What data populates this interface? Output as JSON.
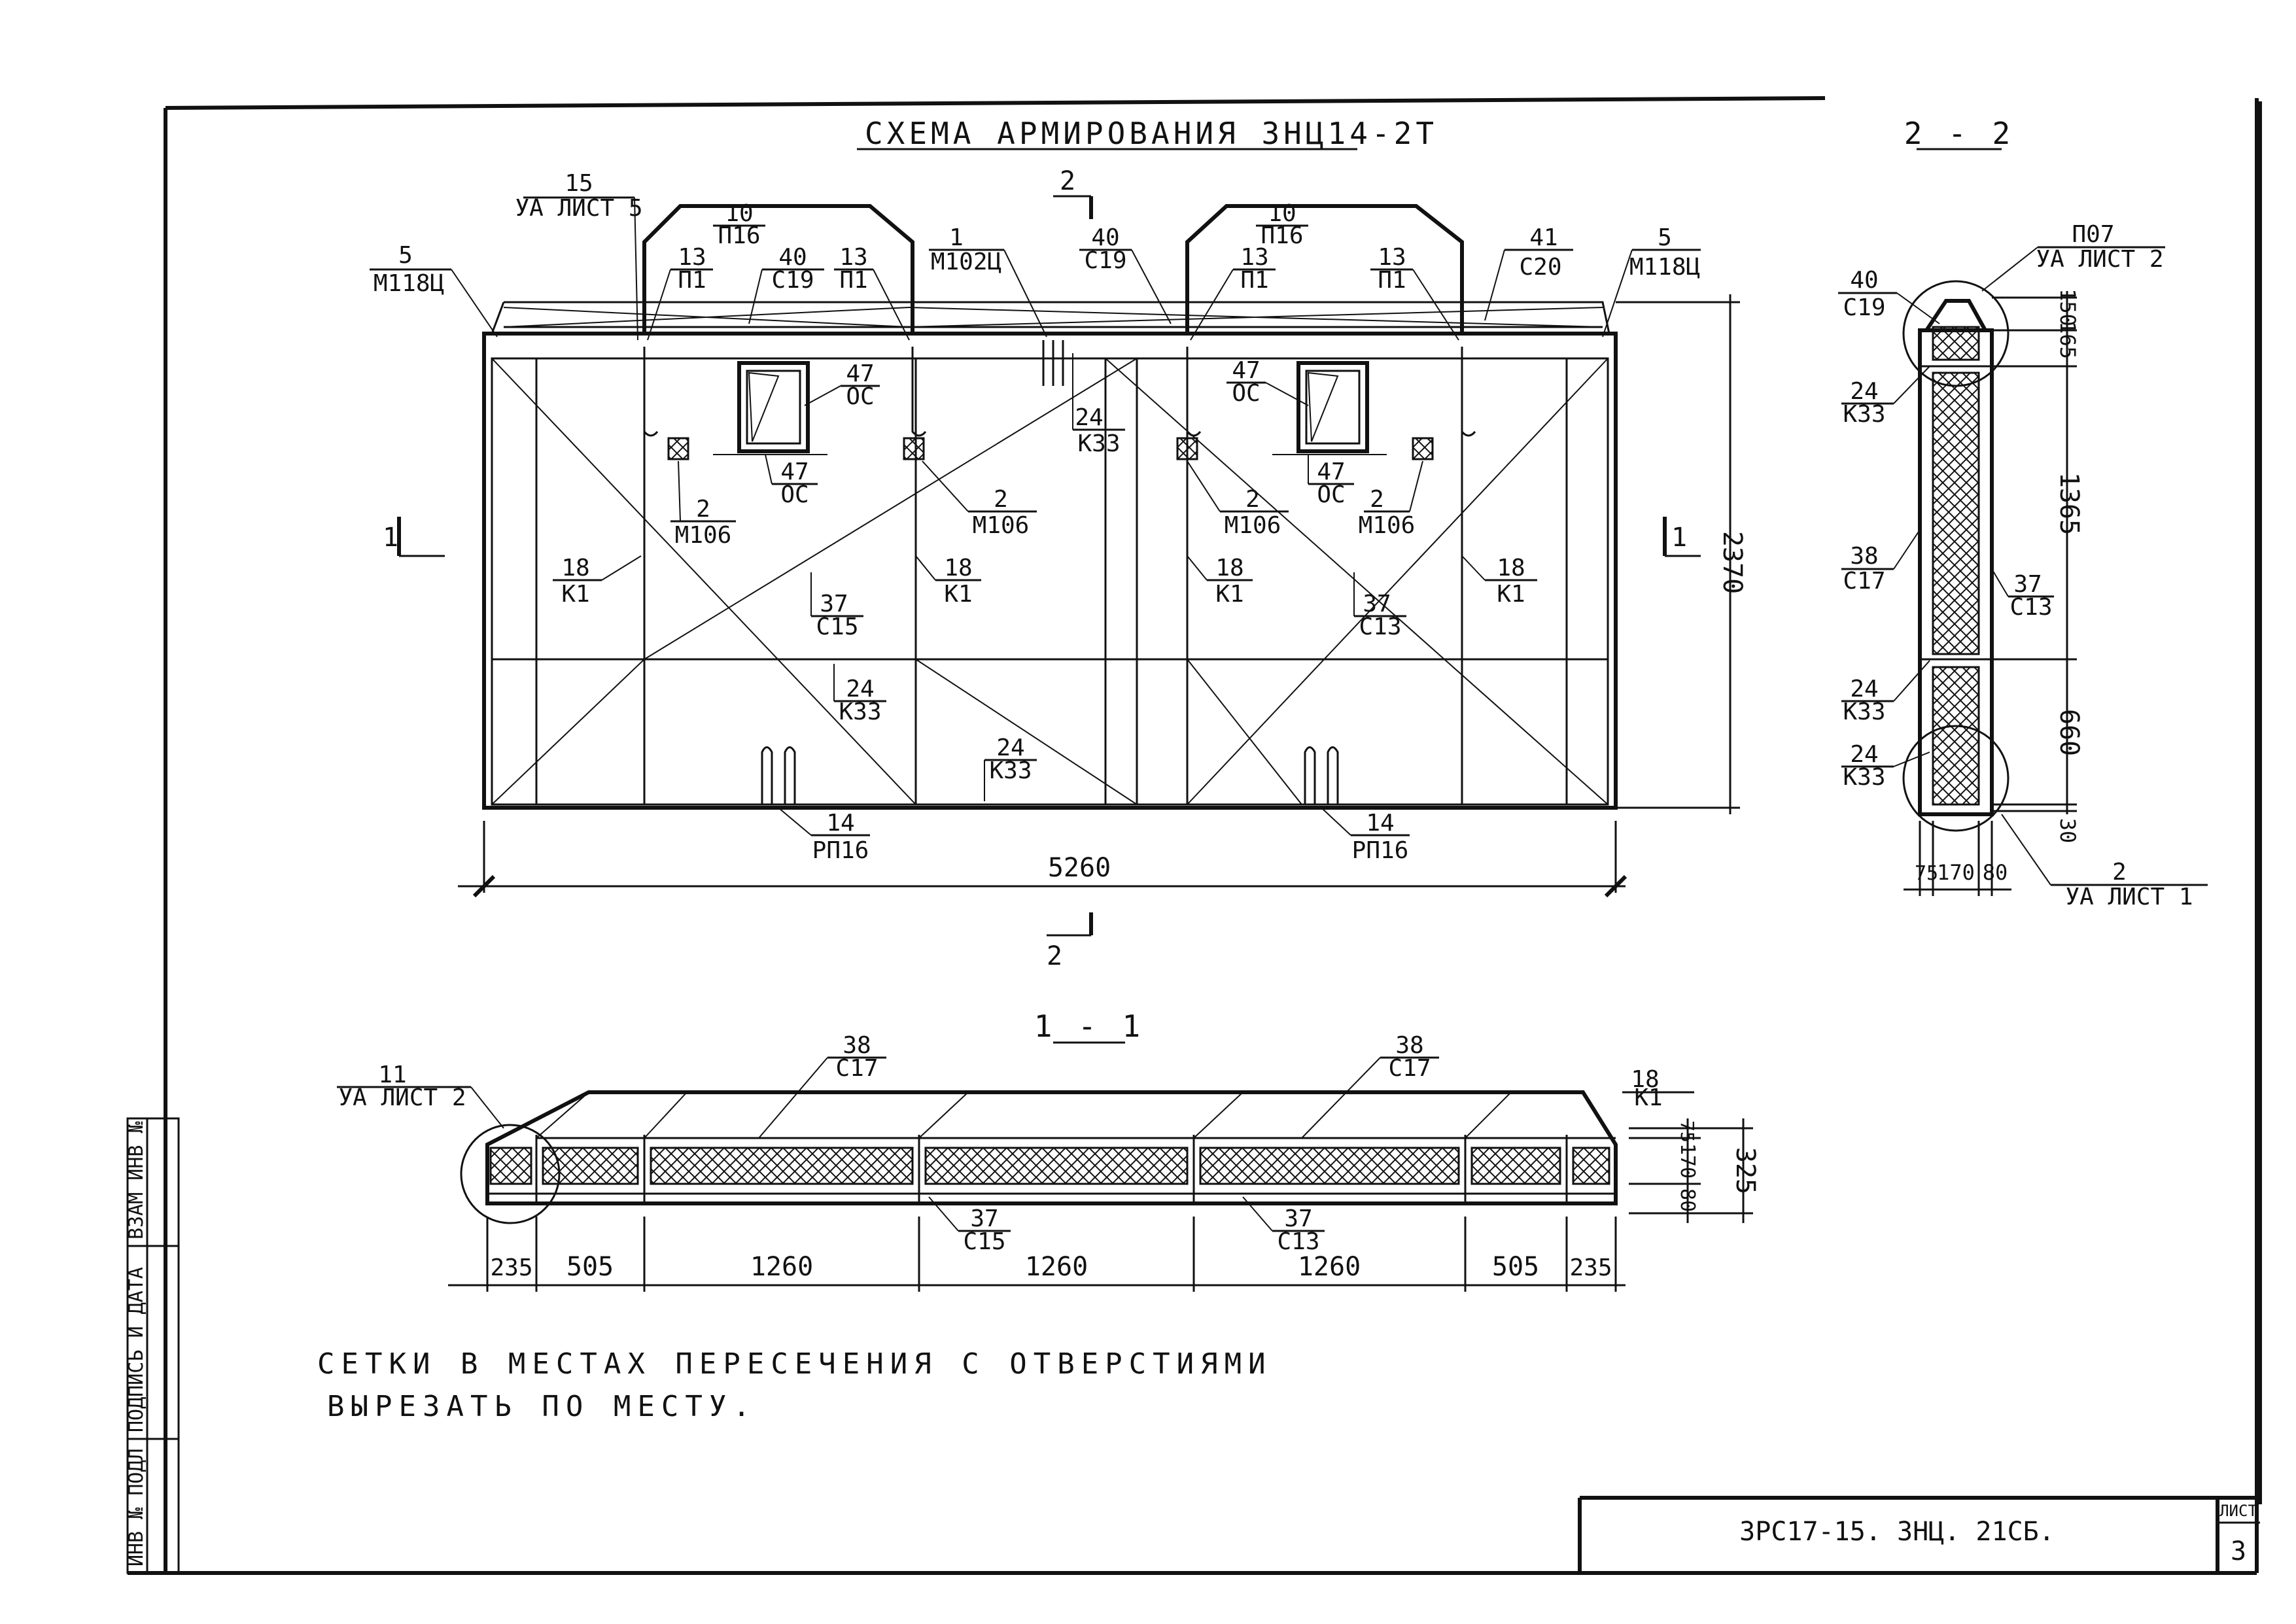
{
  "title_main": "СХЕМА АРМИРОВАНИЯ ЗНЦ14-2Т",
  "section_22": "2 - 2",
  "section_11": "1 - 1",
  "marks": {
    "s2": "2",
    "s1": "1"
  },
  "callouts_front": [
    {
      "num": "15",
      "code": "УА ЛИСТ 5"
    },
    {
      "num": "5",
      "code": "М118Ц"
    },
    {
      "num": "10",
      "code": "П16"
    },
    {
      "num": "13",
      "code": "П1"
    },
    {
      "num": "40",
      "code": "С19"
    },
    {
      "num": "1",
      "code": "М102Ц"
    },
    {
      "num": "41",
      "code": "С20"
    },
    {
      "num": "47",
      "code": "ОС"
    },
    {
      "num": "2",
      "code": "М106"
    },
    {
      "num": "24",
      "code": "К33"
    },
    {
      "num": "18",
      "code": "К1"
    },
    {
      "num": "37",
      "code": "С15"
    },
    {
      "num": "37",
      "code": "С13"
    },
    {
      "num": "14",
      "code": "РП16"
    }
  ],
  "dims_front": {
    "width": "5260",
    "height": "2370"
  },
  "callouts_22": [
    {
      "num": "П07",
      "code": "УА ЛИСТ 2"
    },
    {
      "num": "40",
      "code": "С19"
    },
    {
      "num": "24",
      "code": "К33"
    },
    {
      "num": "38",
      "code": "С17"
    },
    {
      "num": "37",
      "code": "С13"
    },
    {
      "num": "2",
      "code": "УА ЛИСТ 1"
    }
  ],
  "dims_22": {
    "v": [
      "165",
      "150",
      "1365",
      "660",
      "30"
    ],
    "h": [
      "75",
      "170",
      "80"
    ]
  },
  "callouts_11": [
    {
      "num": "11",
      "code": "УА ЛИСТ 2"
    },
    {
      "num": "38",
      "code": "С17"
    },
    {
      "num": "18",
      "code": "К1"
    },
    {
      "num": "37",
      "code": "С15"
    },
    {
      "num": "37",
      "code": "С13"
    }
  ],
  "dims_11": {
    "h": [
      "235",
      "505",
      "1260",
      "1260",
      "1260",
      "505",
      "235"
    ],
    "v": [
      "75",
      "170",
      "80"
    ],
    "total": "325"
  },
  "note": {
    "line1": "СЕТКИ В МЕСТАХ ПЕРЕСЕЧЕНИЯ С ОТВЕРСТИЯМИ",
    "line2": "ВЫРЕЗАТЬ ПО МЕСТУ."
  },
  "stamp_side": [
    "ИНВ № ПОДЛ",
    "ПОДПИСЬ И ДАТА",
    "ВЗАМ ИНВ №"
  ],
  "title_block": {
    "code": "ЗРС17-15. ЗНЦ. 21СБ.",
    "sheet_label": "ЛИСТ",
    "sheet_no": "3"
  }
}
